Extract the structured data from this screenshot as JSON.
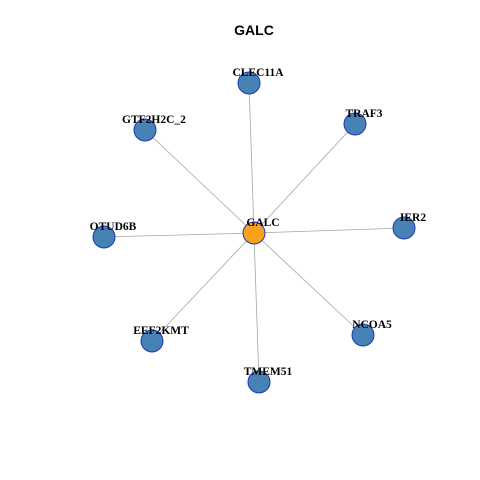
{
  "title": "GALC",
  "colors": {
    "hub_fill": "#f7a11c",
    "node_fill": "#4682b4",
    "node_stroke": "#1f36b8",
    "edge": "#a6a6a6"
  },
  "network": {
    "hub": "GALC",
    "neighbors": [
      "CLEC11A",
      "TRAF3",
      "IER2",
      "NCOA5",
      "TMEM51",
      "EEF2KMT",
      "OTUD6B",
      "GTF2H2C_2"
    ]
  }
}
